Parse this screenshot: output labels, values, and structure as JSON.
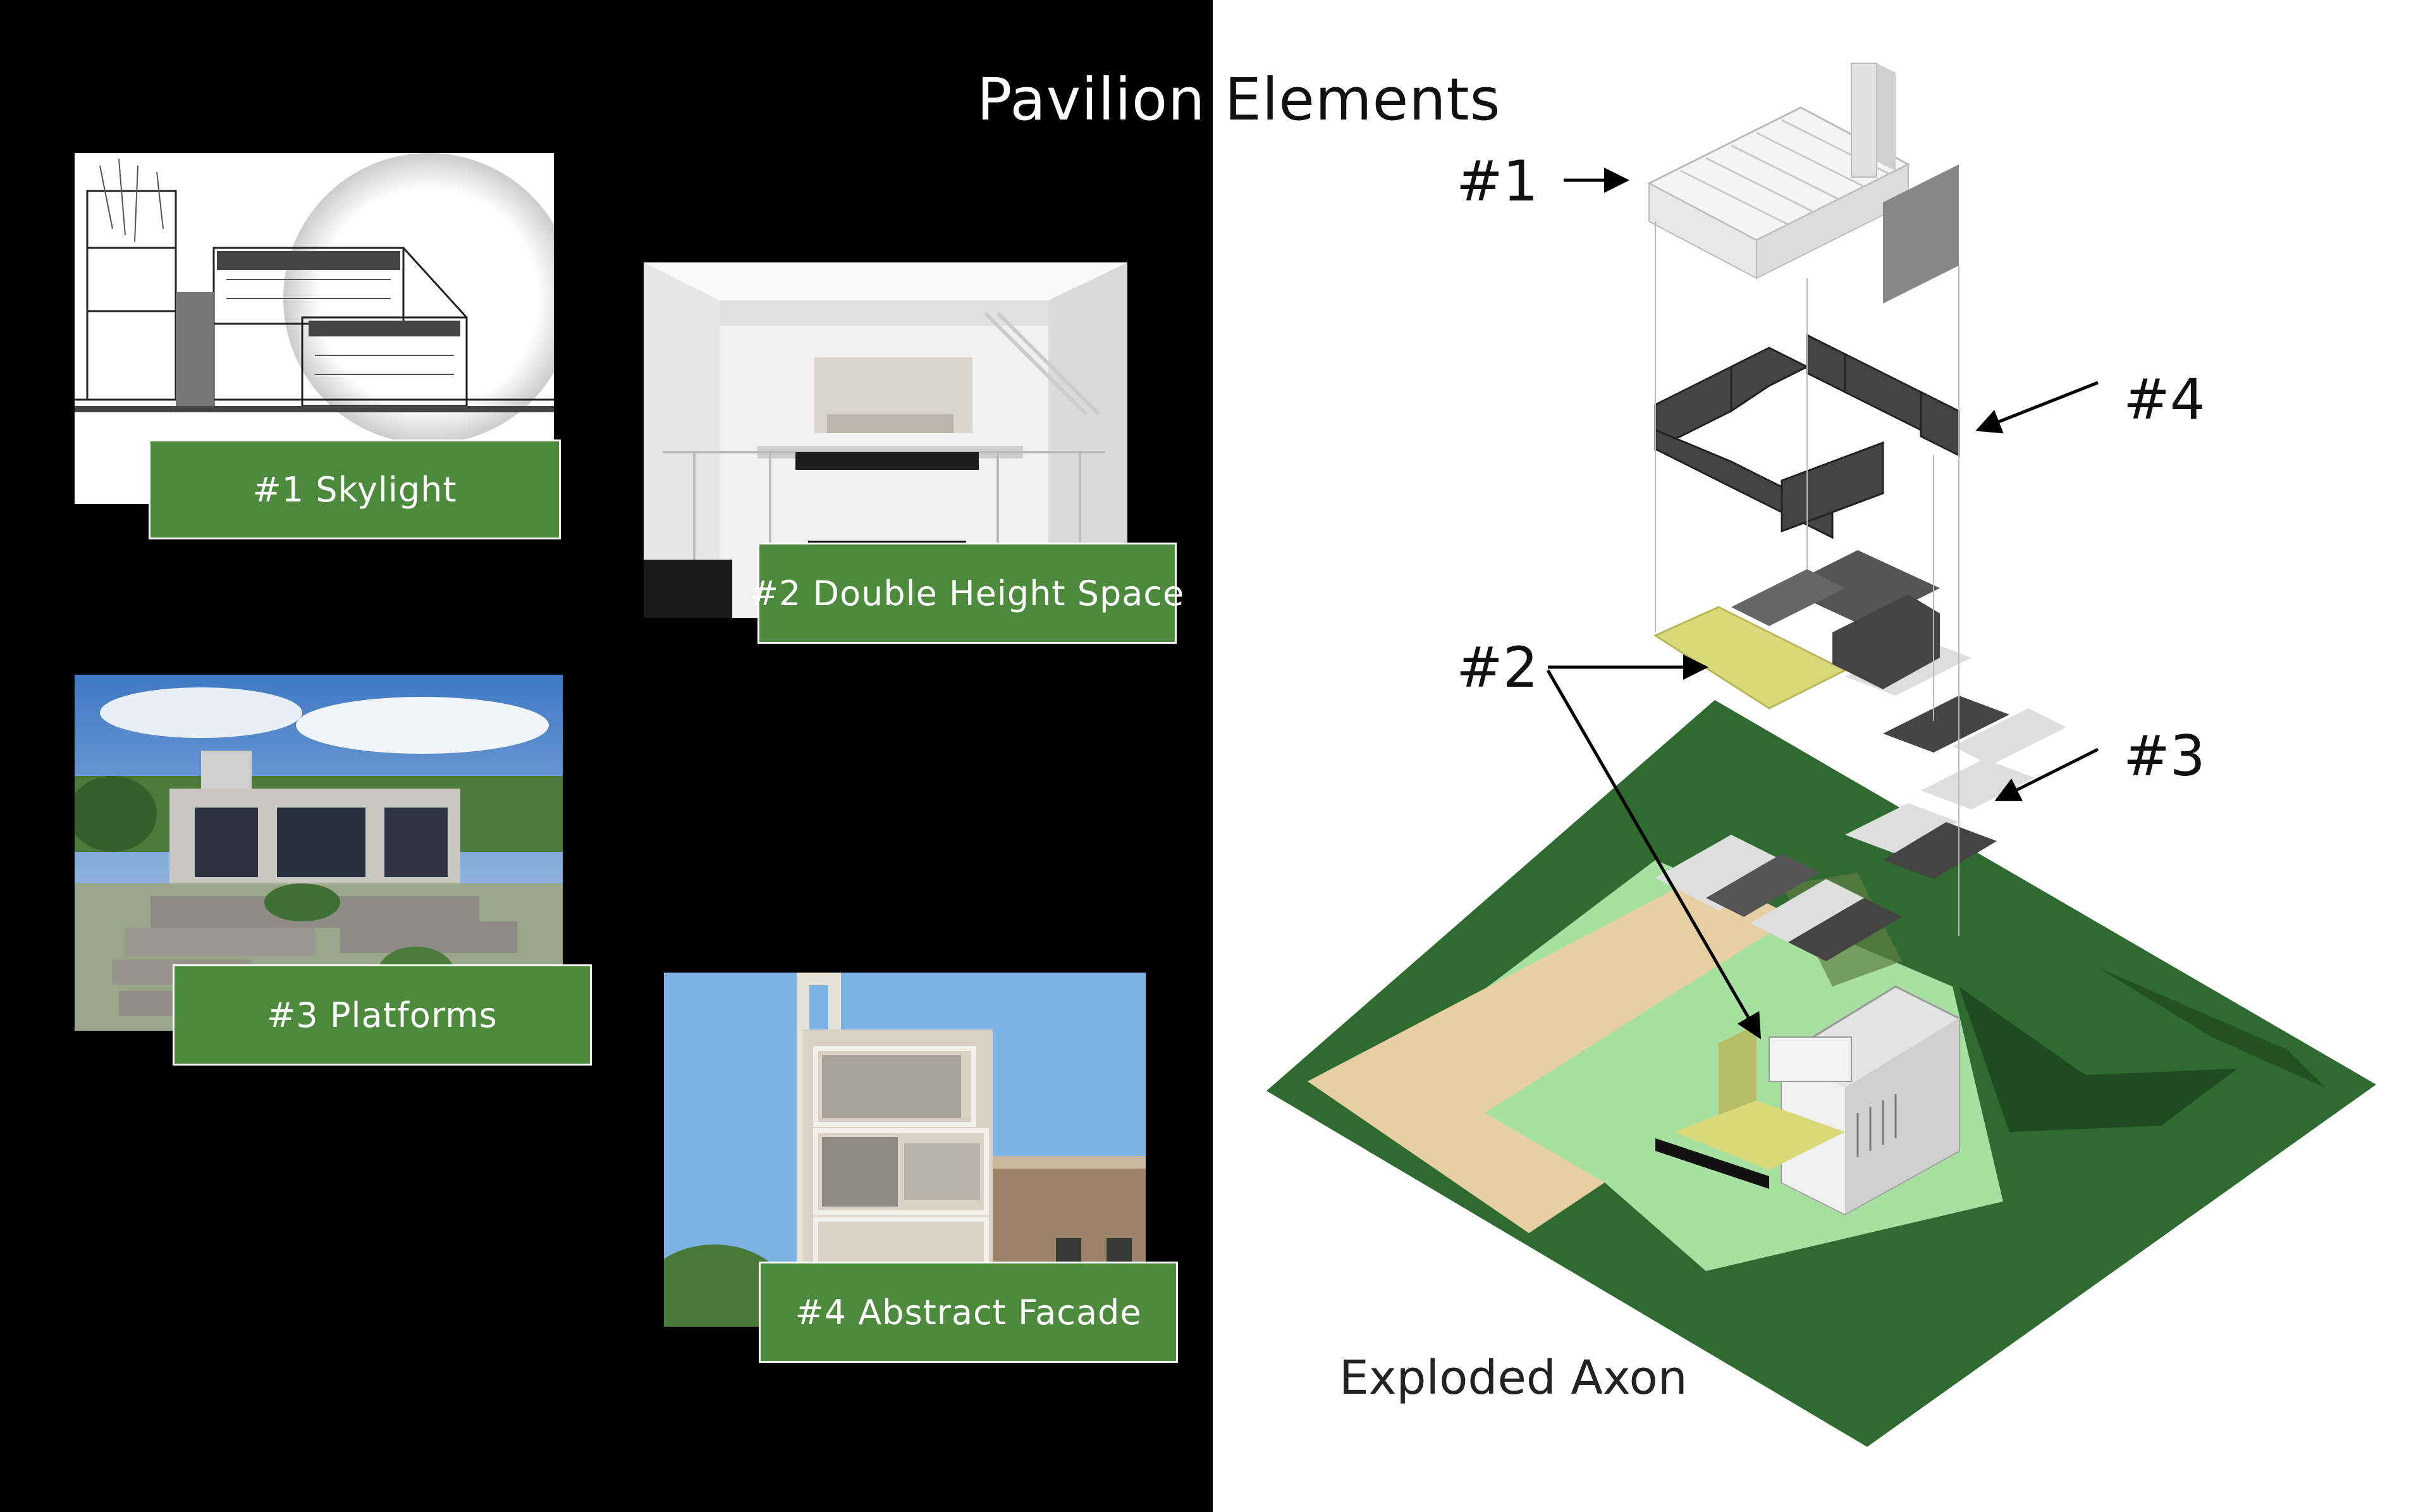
{
  "title": {
    "part_light": "Pavilion ",
    "part_dark": "Elements"
  },
  "precedents": [
    {
      "label": "#1 Skylight"
    },
    {
      "label": "#2 Double Height Space"
    },
    {
      "label": "#3 Platforms"
    },
    {
      "label": "#4 Abstract Facade"
    }
  ],
  "axon": {
    "callouts": [
      "#1",
      "#2",
      "#3",
      "#4"
    ],
    "caption": "Exploded Axon"
  },
  "colors": {
    "left_bg": "#000000",
    "caption_green": "#4e8a3d",
    "terrain_dark": "#2f6a30",
    "terrain_light": "#a8e0a2",
    "path_tan": "#e7cfa4",
    "highlight_yellow": "#d9d97a"
  }
}
